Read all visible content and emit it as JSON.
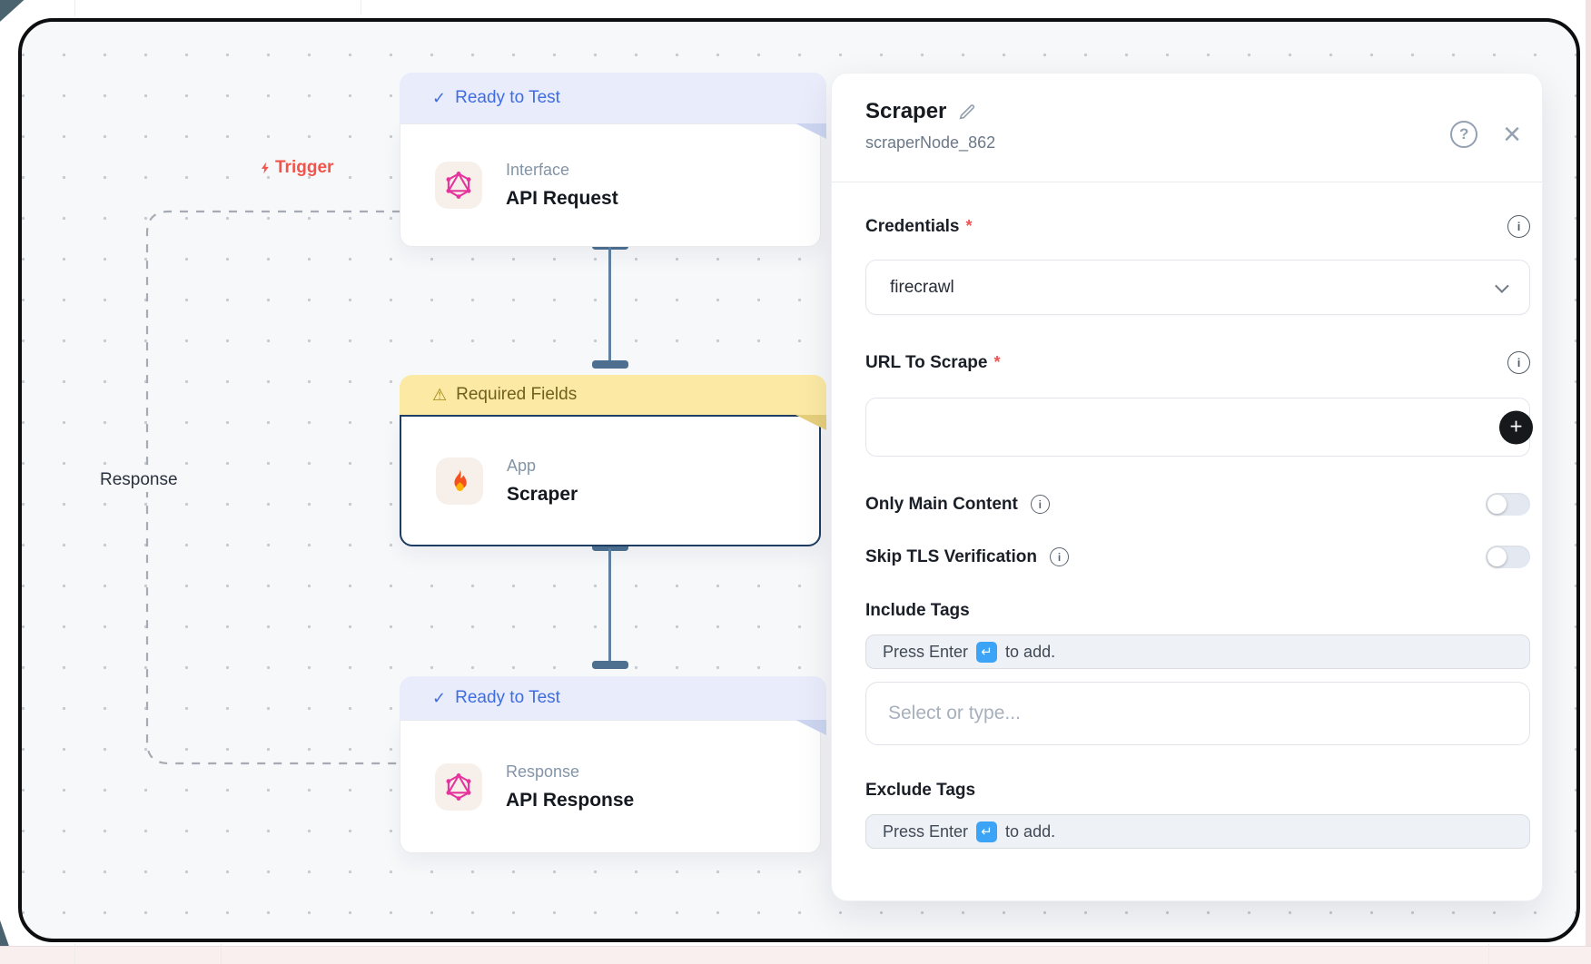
{
  "canvas": {
    "trigger_label": "Trigger",
    "loop_label": "Response",
    "nodes": [
      {
        "badge_label": "Ready to Test",
        "badge_type": "ready",
        "category": "Interface",
        "title": "API Request",
        "icon": "graphql"
      },
      {
        "badge_label": "Required Fields",
        "badge_type": "warning",
        "category": "App",
        "title": "Scraper",
        "icon": "flame"
      },
      {
        "badge_label": "Ready to Test",
        "badge_type": "ready",
        "category": "Response",
        "title": "API Response",
        "icon": "graphql"
      }
    ]
  },
  "panel": {
    "title": "Scraper",
    "node_id": "scraperNode_862",
    "credentials_label": "Credentials",
    "credentials_value": "firecrawl",
    "url_label": "URL To Scrape",
    "url_value": "",
    "only_main_content_label": "Only Main Content",
    "only_main_content_on": false,
    "skip_tls_label": "Skip TLS Verification",
    "skip_tls_on": false,
    "include_tags_label": "Include Tags",
    "exclude_tags_label": "Exclude Tags",
    "press_enter_prefix": "Press Enter",
    "press_enter_suffix": "to add.",
    "tags_placeholder": "Select or type..."
  },
  "glyphs": {
    "check": "✓",
    "warning": "⚠",
    "close": "×",
    "help": "?",
    "info": "i",
    "plus": "+",
    "enter": "↵",
    "required": "*"
  },
  "colors": {
    "badge_ready_bg": "#e9edfb",
    "badge_ready_text": "#3f6ce0",
    "badge_warning_bg": "#fbe9a4",
    "trigger_red": "#f2544b",
    "connector": "#4d7090",
    "key_blue": "#3ba4f6",
    "selected_border": "#1e3d62",
    "graphql_pink": "#e5359c",
    "flame_orange": "#f4511e"
  }
}
